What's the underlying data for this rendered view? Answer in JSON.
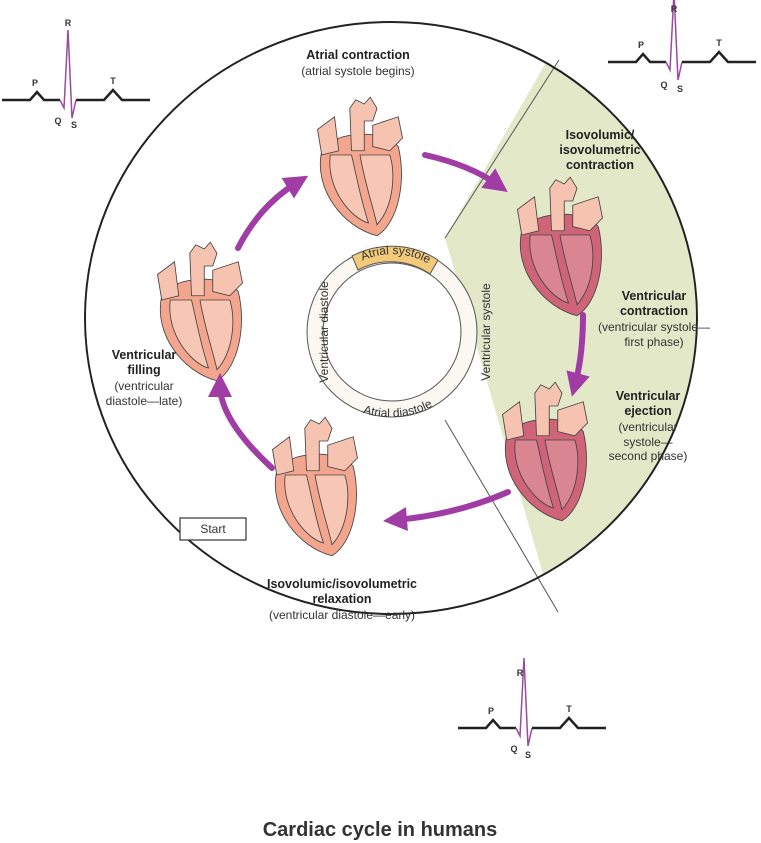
{
  "title": "Cardiac cycle in humans",
  "colors": {
    "systole_region": "#e3e8c8",
    "arrow": "#a03da5",
    "ring": "#faf8f1",
    "atrial_systole_band": "#f3c97a"
  },
  "ring": {
    "top": "Atrial systole",
    "bottom": "Atrial diastole",
    "left": "Ventricular diastole",
    "right": "Ventricular systole"
  },
  "phases": [
    {
      "title": "Atrial contraction",
      "subtitle": "(atrial systole begins)"
    },
    {
      "title_lines": [
        "Isovolumic/",
        "isovolumetric",
        "contraction"
      ]
    },
    {
      "title_lines": [
        "Ventricular",
        "contraction"
      ],
      "subtitle_lines": [
        "(ventricular systole—",
        "first phase)"
      ]
    },
    {
      "title_lines": [
        "Ventricular",
        "ejection"
      ],
      "subtitle_lines": [
        "(ventricular",
        "systole—",
        "second phase)"
      ]
    },
    {
      "title_lines": [
        "Isovolumic/isovolumetric",
        "relaxation"
      ],
      "subtitle": "(ventricular diastole—early)"
    },
    {
      "title_lines": [
        "Ventricular",
        "filling"
      ],
      "subtitle_lines": [
        "(ventricular",
        "diastole—late)"
      ]
    }
  ],
  "start_label": "Start",
  "ecg_labels": {
    "p": "P",
    "q": "Q",
    "r": "R",
    "s": "S",
    "t": "T"
  }
}
